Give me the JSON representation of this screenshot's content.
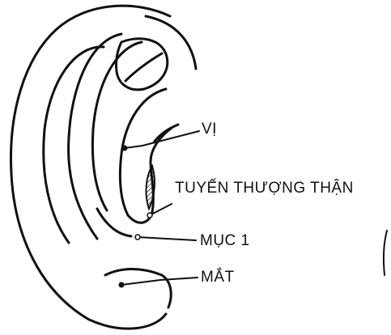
{
  "labels": {
    "vi": "VỊ",
    "tuyen_thuong_than": "TUYẾN THƯỢNG THẬN",
    "muc_1": "MỤC 1",
    "mat": "MẮT"
  },
  "colors": {
    "ink": "#111111",
    "background": "#ffffff"
  }
}
